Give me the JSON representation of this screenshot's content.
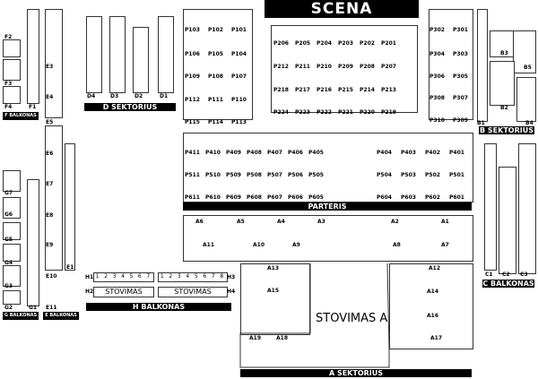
{
  "stage": {
    "label": "SCENA"
  },
  "sectors": {
    "d": "D SEKTORIUS",
    "b": "B SEKTORIUS",
    "parteris": "PARTERIS",
    "a": "A SEKTORIUS",
    "c": "C BALKONAS",
    "h": "H BALKONAS",
    "f": "F BALKONAS",
    "g": "G BALKONAS",
    "e": "E BALKONAS"
  },
  "standing": {
    "h2": "STOVIMAS",
    "h4": "STOVIMAS",
    "a": "STOVIMAS A"
  },
  "h_rows": {
    "h1_label": "H1",
    "h2_label": "H2",
    "h3_label": "H3",
    "h4_label": "H4",
    "h1_seats_left": [
      "1",
      "2",
      "3",
      "4",
      "5",
      "6",
      "7"
    ],
    "h1_seats_right": [
      "1",
      "2",
      "3",
      "4",
      "5",
      "6",
      "7",
      "8"
    ]
  },
  "p_rows": {
    "top": [
      "P103",
      "P102",
      "P101",
      "P106",
      "P105",
      "P104",
      "P109",
      "P108",
      "P107",
      "P112",
      "P111",
      "P110",
      "P115",
      "P114",
      "P113"
    ],
    "center1": [
      "P206",
      "P205",
      "P204",
      "P203",
      "P202",
      "P201"
    ],
    "center2": [
      "P212",
      "P211",
      "P210",
      "P209",
      "P208",
      "P207"
    ],
    "center3": [
      "P218",
      "P217",
      "P216",
      "P215",
      "P214",
      "P213"
    ],
    "center4": [
      "P224",
      "P223",
      "P222",
      "P221",
      "P220",
      "P219"
    ],
    "right": [
      "P302",
      "P301",
      "P304",
      "P303",
      "P306",
      "P305",
      "P308",
      "P307",
      "P310",
      "P309"
    ],
    "p400": [
      "P411",
      "P410",
      "P409",
      "P408",
      "P407",
      "P406",
      "P405",
      "P404",
      "P403",
      "P402",
      "P401"
    ],
    "p500": [
      "P511",
      "P510",
      "P509",
      "P508",
      "P507",
      "P506",
      "P505",
      "P504",
      "P503",
      "P502",
      "P501"
    ],
    "p600": [
      "P611",
      "P610",
      "P609",
      "P608",
      "P607",
      "P606",
      "P605",
      "P604",
      "P603",
      "P602",
      "P601"
    ]
  },
  "a_rows": [
    "A6",
    "A5",
    "A4",
    "A3",
    "A2",
    "A1",
    "A11",
    "A10",
    "A9",
    "A8",
    "A7",
    "A13",
    "A12",
    "A15",
    "A14",
    "A16",
    "A19",
    "A18",
    "A17"
  ],
  "left_labels": [
    "F2",
    "F3",
    "F4",
    "F1",
    "E3",
    "E4",
    "E5",
    "E6",
    "E7",
    "E8",
    "E9",
    "E10",
    "E11",
    "E1",
    "G7",
    "G6",
    "G5",
    "G4",
    "G3",
    "G2",
    "G1"
  ],
  "d_labels": [
    "D4",
    "D3",
    "D2",
    "D1"
  ],
  "b_labels": [
    "B3",
    "B5",
    "B2",
    "B1",
    "B4"
  ],
  "c_labels": [
    "C1",
    "C3",
    "C2"
  ]
}
